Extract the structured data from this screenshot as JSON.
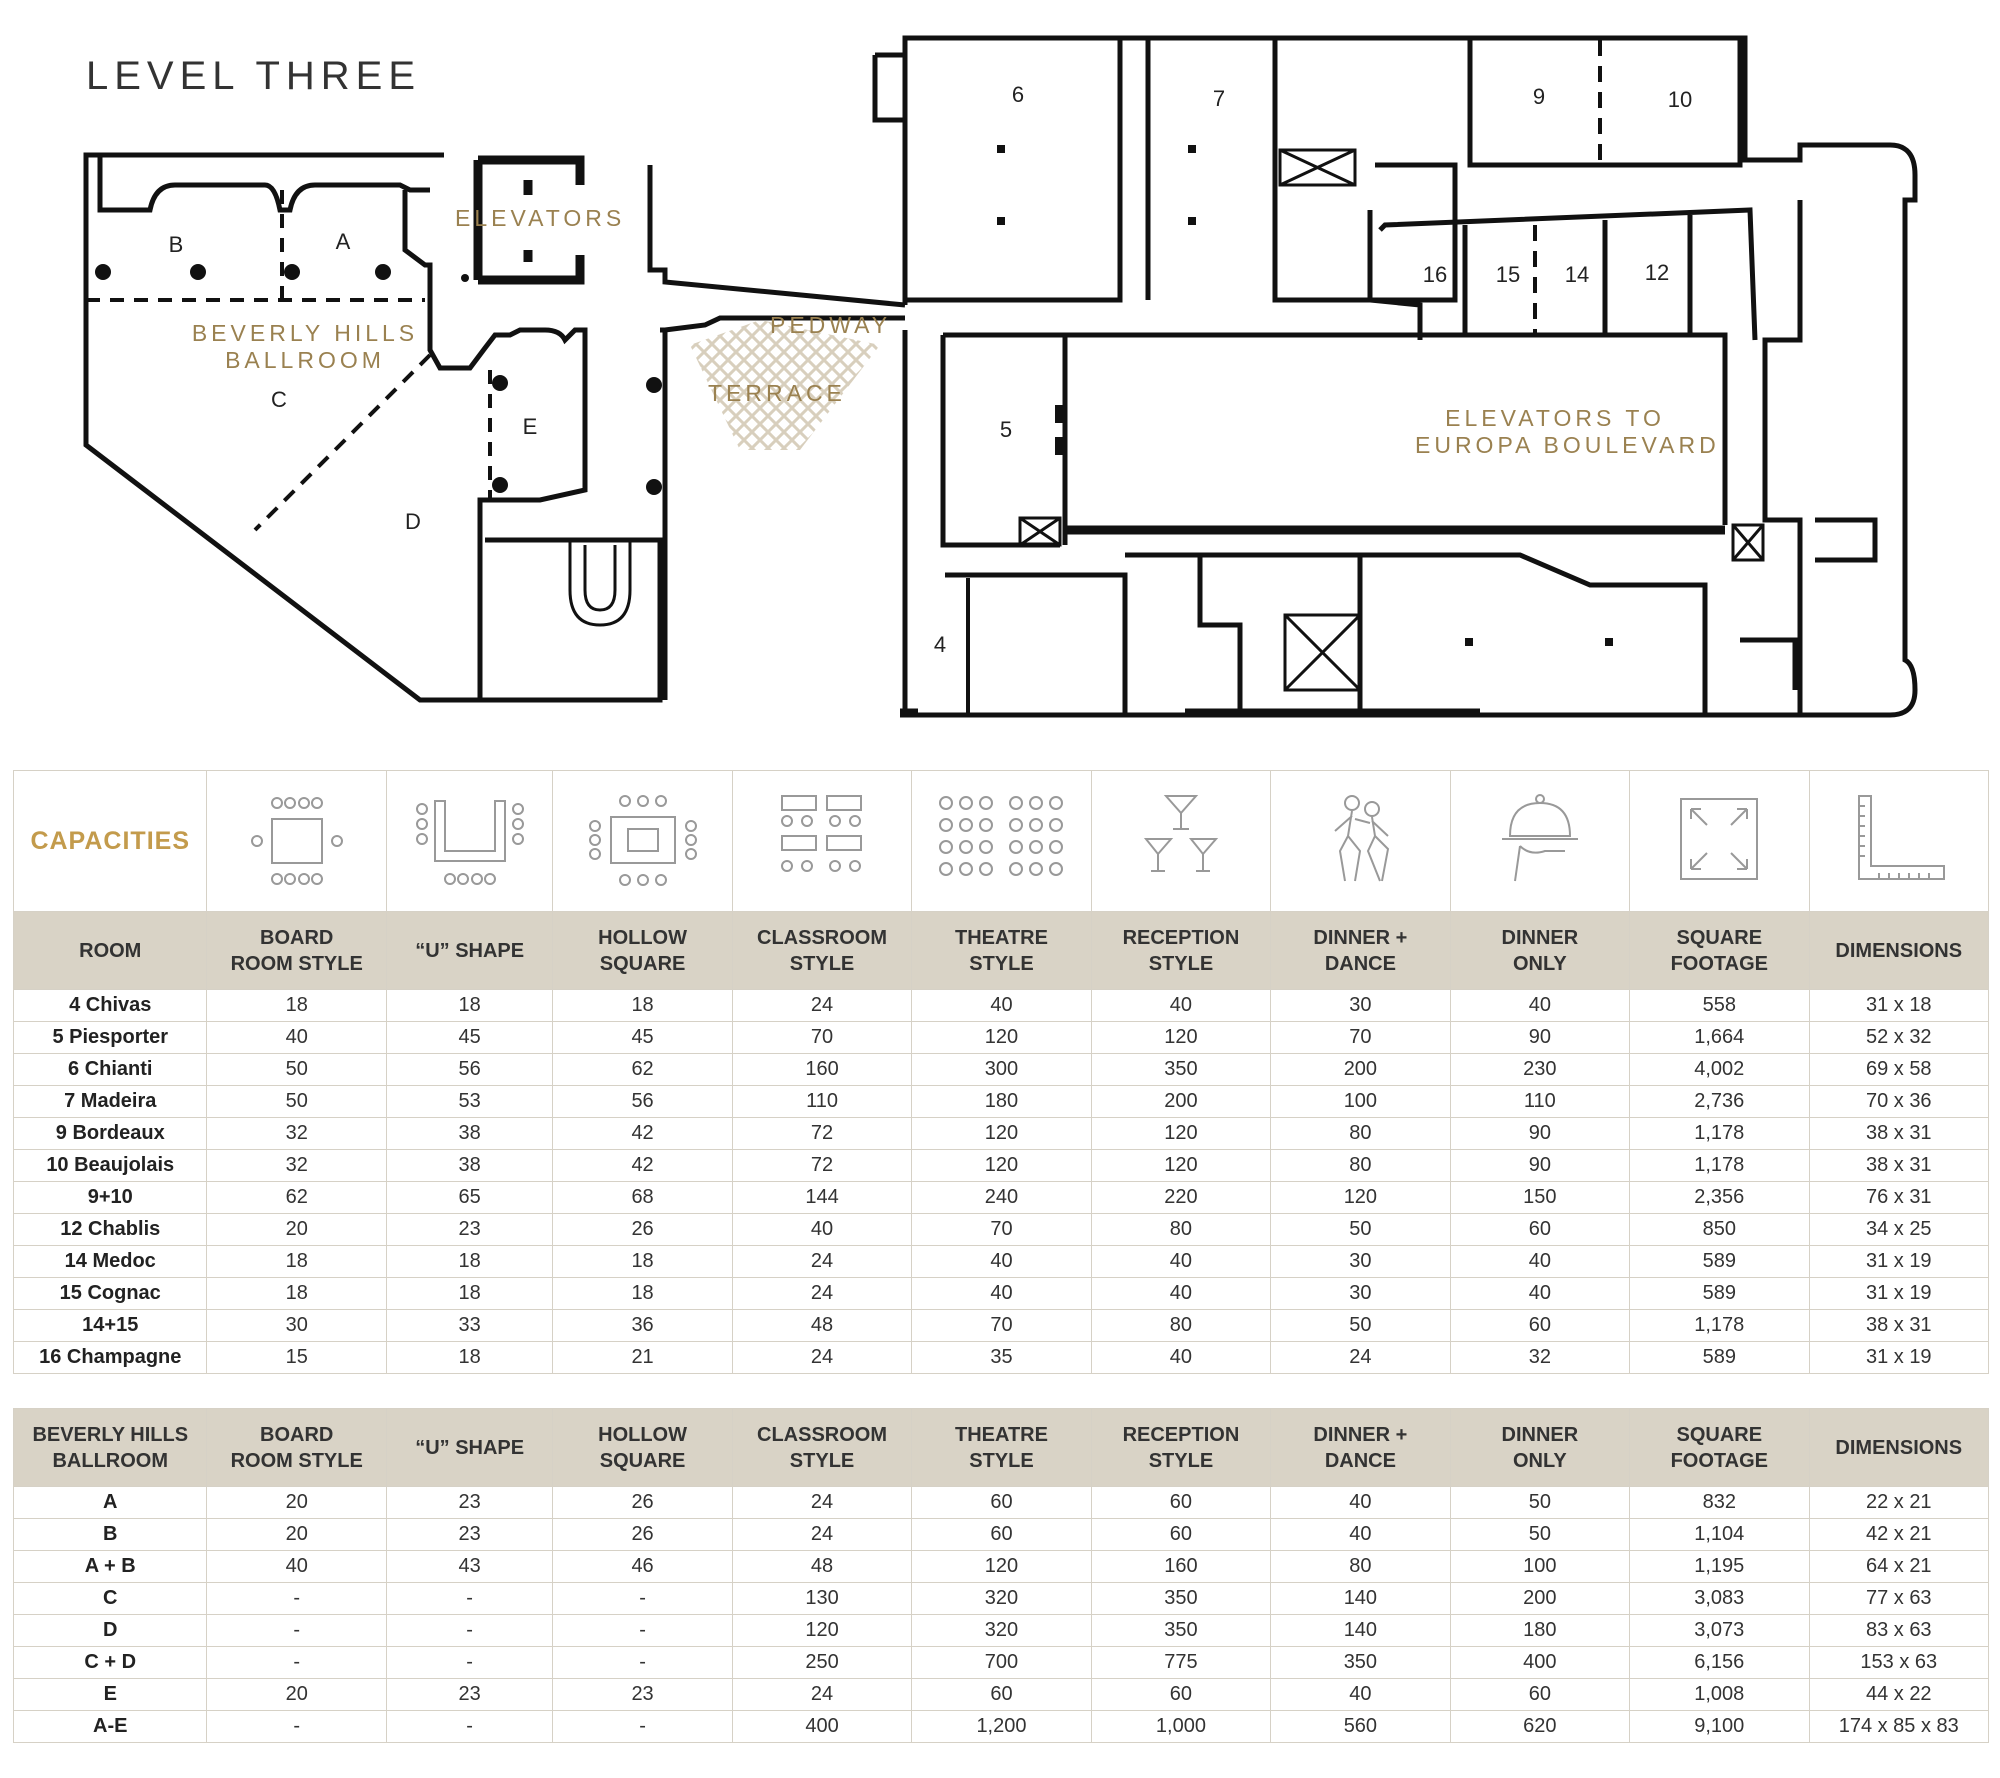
{
  "level_title": "LEVEL THREE",
  "plan_labels": {
    "elevators": "ELEVATORS",
    "ballroom": "BEVERLY HILLS\nBALLROOM",
    "pedway": "PEDWAY",
    "terrace": "TERRACE",
    "elevators_europa": "ELEVATORS TO\nEUROPA BOULEVARD",
    "ballroom_sections": [
      "A",
      "B",
      "C",
      "D",
      "E"
    ],
    "room_numbers": [
      "4",
      "5",
      "6",
      "7",
      "9",
      "10",
      "12",
      "14",
      "15",
      "16"
    ]
  },
  "capacities_title": "CAPACITIES",
  "icon_names": [
    "boardroom-icon",
    "u-shape-icon",
    "hollow-square-icon",
    "classroom-icon",
    "theatre-icon",
    "reception-icon",
    "dinner-dance-icon",
    "dinner-only-icon",
    "square-footage-icon",
    "dimensions-icon"
  ],
  "table1": {
    "headers": [
      "ROOM",
      "BOARD\nROOM STYLE",
      "“U” SHAPE",
      "HOLLOW\nSQUARE",
      "CLASSROOM\nSTYLE",
      "THEATRE\nSTYLE",
      "RECEPTION\nSTYLE",
      "DINNER +\nDANCE",
      "DINNER\nONLY",
      "SQUARE\nFOOTAGE",
      "DIMENSIONS"
    ],
    "rows": [
      [
        "4 Chivas",
        "18",
        "18",
        "18",
        "24",
        "40",
        "40",
        "30",
        "40",
        "558",
        "31 x 18"
      ],
      [
        "5 Piesporter",
        "40",
        "45",
        "45",
        "70",
        "120",
        "120",
        "70",
        "90",
        "1,664",
        "52 x 32"
      ],
      [
        "6 Chianti",
        "50",
        "56",
        "62",
        "160",
        "300",
        "350",
        "200",
        "230",
        "4,002",
        "69 x 58"
      ],
      [
        "7 Madeira",
        "50",
        "53",
        "56",
        "110",
        "180",
        "200",
        "100",
        "110",
        "2,736",
        "70 x 36"
      ],
      [
        "9 Bordeaux",
        "32",
        "38",
        "42",
        "72",
        "120",
        "120",
        "80",
        "90",
        "1,178",
        "38 x 31"
      ],
      [
        "10 Beaujolais",
        "32",
        "38",
        "42",
        "72",
        "120",
        "120",
        "80",
        "90",
        "1,178",
        "38 x 31"
      ],
      [
        "9+10",
        "62",
        "65",
        "68",
        "144",
        "240",
        "220",
        "120",
        "150",
        "2,356",
        "76 x 31"
      ],
      [
        "12 Chablis",
        "20",
        "23",
        "26",
        "40",
        "70",
        "80",
        "50",
        "60",
        "850",
        "34 x 25"
      ],
      [
        "14 Medoc",
        "18",
        "18",
        "18",
        "24",
        "40",
        "40",
        "30",
        "40",
        "589",
        "31 x 19"
      ],
      [
        "15 Cognac",
        "18",
        "18",
        "18",
        "24",
        "40",
        "40",
        "30",
        "40",
        "589",
        "31 x 19"
      ],
      [
        "14+15",
        "30",
        "33",
        "36",
        "48",
        "70",
        "80",
        "50",
        "60",
        "1,178",
        "38 x 31"
      ],
      [
        "16 Champagne",
        "15",
        "18",
        "21",
        "24",
        "35",
        "40",
        "24",
        "32",
        "589",
        "31 x 19"
      ]
    ]
  },
  "table2": {
    "headers": [
      "BEVERLY HILLS\nBALLROOM",
      "BOARD\nROOM STYLE",
      "“U” SHAPE",
      "HOLLOW\nSQUARE",
      "CLASSROOM\nSTYLE",
      "THEATRE\nSTYLE",
      "RECEPTION\nSTYLE",
      "DINNER +\nDANCE",
      "DINNER\nONLY",
      "SQUARE\nFOOTAGE",
      "DIMENSIONS"
    ],
    "rows": [
      [
        "A",
        "20",
        "23",
        "26",
        "24",
        "60",
        "60",
        "40",
        "50",
        "832",
        "22 x 21"
      ],
      [
        "B",
        "20",
        "23",
        "26",
        "24",
        "60",
        "60",
        "40",
        "50",
        "1,104",
        "42 x 21"
      ],
      [
        "A + B",
        "40",
        "43",
        "46",
        "48",
        "120",
        "160",
        "80",
        "100",
        "1,195",
        "64 x 21"
      ],
      [
        "C",
        "-",
        "-",
        "-",
        "130",
        "320",
        "350",
        "140",
        "200",
        "3,083",
        "77 x 63"
      ],
      [
        "D",
        "-",
        "-",
        "-",
        "120",
        "320",
        "350",
        "140",
        "180",
        "3,073",
        "83 x 63"
      ],
      [
        "C + D",
        "-",
        "-",
        "-",
        "250",
        "700",
        "775",
        "350",
        "400",
        "6,156",
        "153 x 63"
      ],
      [
        "E",
        "20",
        "23",
        "23",
        "24",
        "60",
        "60",
        "40",
        "60",
        "1,008",
        "44 x 22"
      ],
      [
        "A-E",
        "-",
        "-",
        "-",
        "400",
        "1,200",
        "1,000",
        "560",
        "620",
        "9,100",
        "174 x 85 x 83"
      ]
    ]
  }
}
